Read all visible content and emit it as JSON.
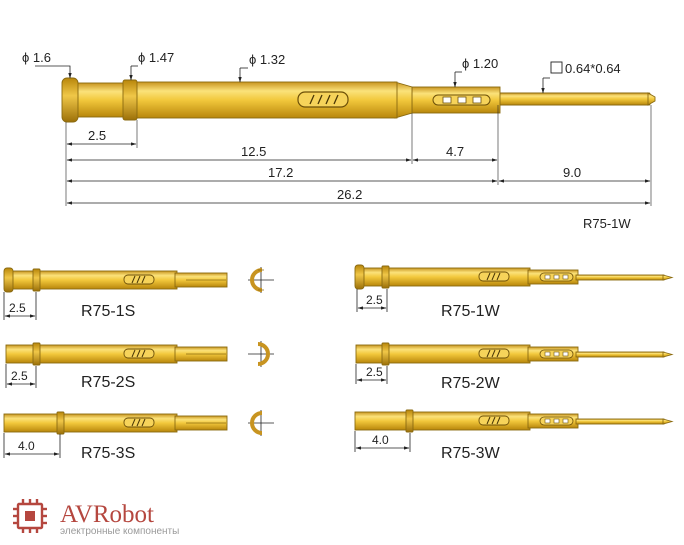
{
  "main_diagram": {
    "diameter_labels": [
      "ϕ 1.6",
      "ϕ 1.47",
      "ϕ 1.32",
      "ϕ 1.20"
    ],
    "tip_label": "0.64*0.64",
    "dimensions": [
      "2.5",
      "12.5",
      "4.7",
      "17.2",
      "9.0",
      "26.2"
    ],
    "model": "R75-1W"
  },
  "variants": [
    {
      "model": "R75-1S",
      "dim": "2.5"
    },
    {
      "model": "R75-2S",
      "dim": "2.5"
    },
    {
      "model": "R75-3S",
      "dim": "4.0"
    },
    {
      "model": "R75-1W",
      "dim": "2.5"
    },
    {
      "model": "R75-2W",
      "dim": "2.5"
    },
    {
      "model": "R75-3W",
      "dim": "4.0"
    }
  ],
  "logo": {
    "name": "AVRobot",
    "tagline": "электронные компоненты"
  },
  "colors": {
    "brass_light": "#fbe27a",
    "brass_mid": "#e8b82a",
    "brass_dark": "#b8860b",
    "logo_red": "#b5473f"
  }
}
